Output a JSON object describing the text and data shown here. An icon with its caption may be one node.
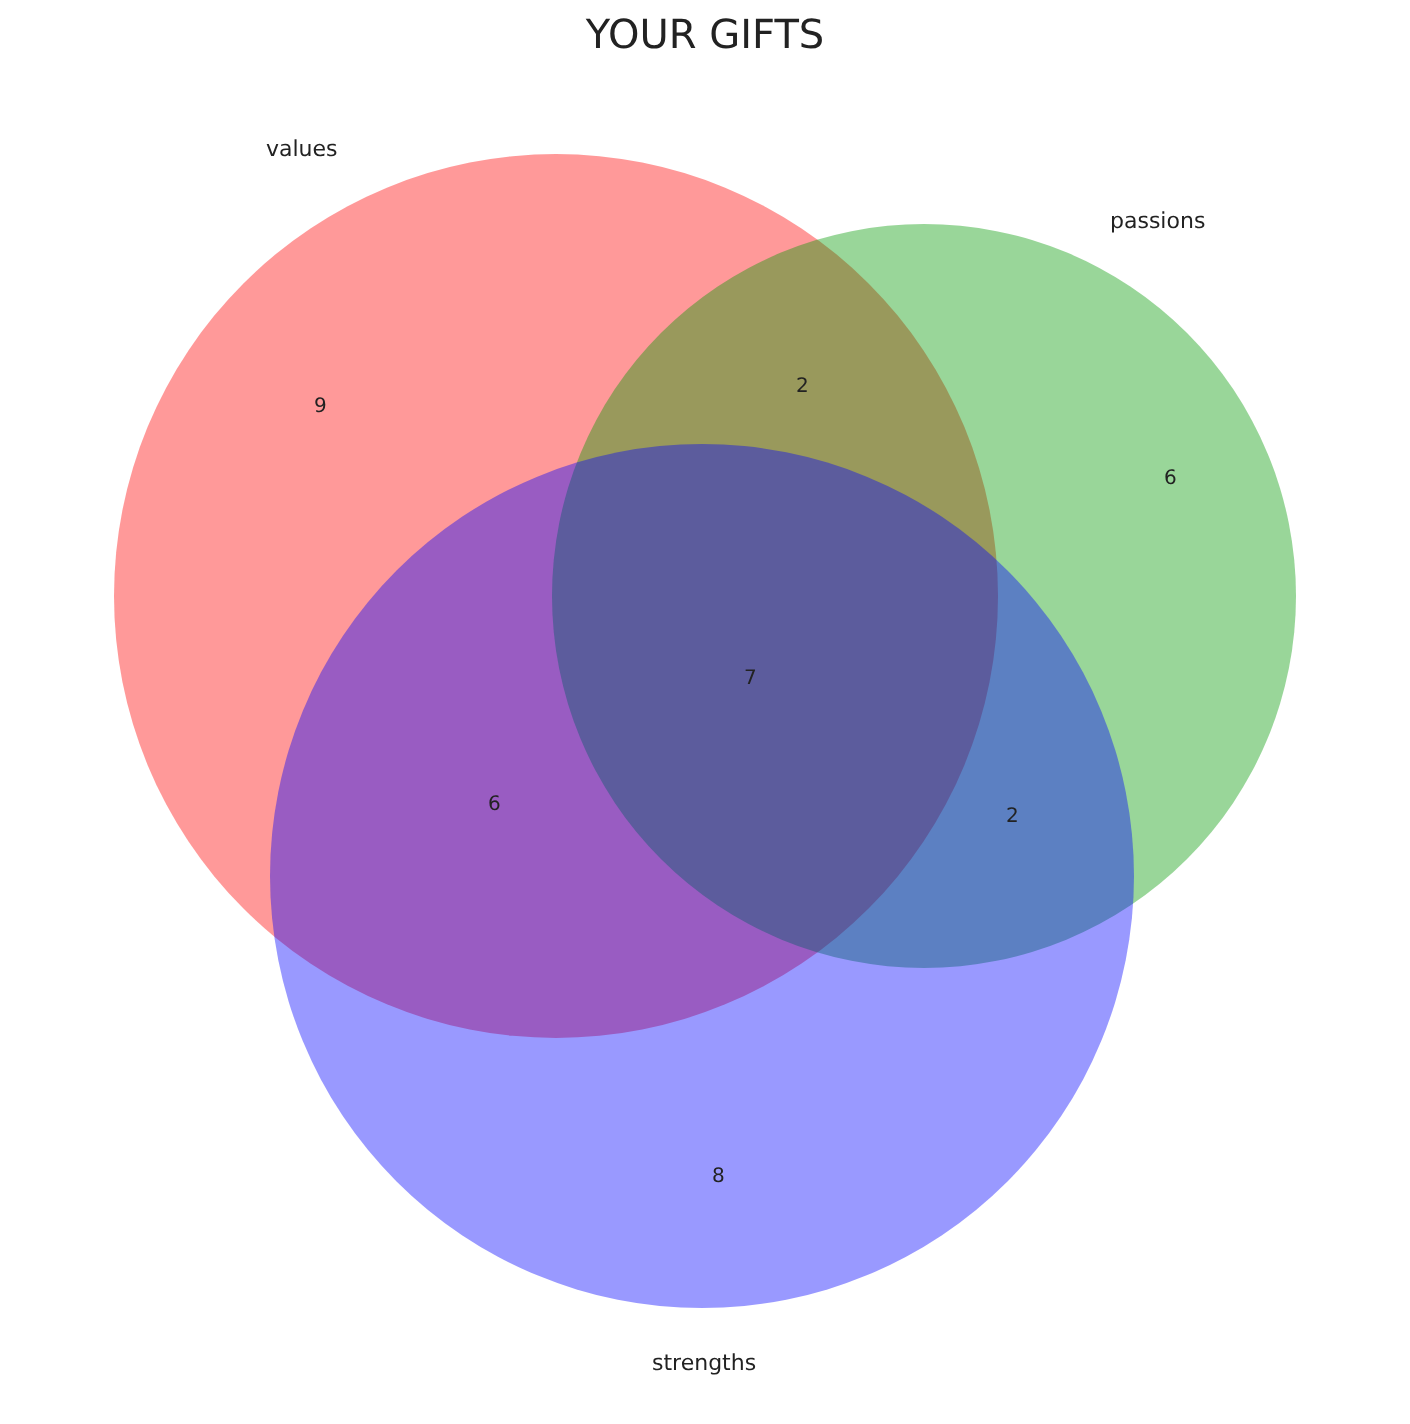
{
  "diagram": {
    "title": "YOUR GIFTS",
    "nodes": [
      {
        "text": [
          "values"
        ]
      },
      {
        "text": [
          "passions"
        ]
      },
      {
        "text": [
          "strengths"
        ]
      }
    ],
    "labels": [
      "2",
      "9",
      "6",
      "7",
      "6",
      "2",
      "8"
    ]
  }
}
